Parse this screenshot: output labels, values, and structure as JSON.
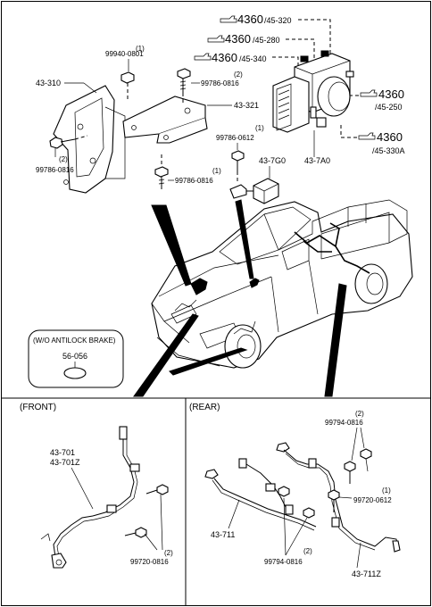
{
  "top_section": {
    "abs_unit_refs": [
      {
        "ref": "4360",
        "sub": "/45-320"
      },
      {
        "ref": "4360",
        "sub": "/45-280"
      },
      {
        "ref": "4360",
        "sub": "/45-340"
      },
      {
        "ref": "4360",
        "sub": "/45-250"
      },
      {
        "ref": "4360",
        "sub": "/45-330A"
      }
    ],
    "labels": {
      "bracket_left": "43-310",
      "bracket_right": "43-321",
      "nut_top": "99940-0801",
      "nut_top_qty": "(1)",
      "bolt_mid": "99786-0816",
      "bolt_mid_qty": "(2)",
      "bolt_left": "99786-0816",
      "bolt_left_qty": "(2)",
      "bolt_lower": "99786-0816",
      "bolt_lower_qty": "(1)",
      "bolt_relay": "99786-0612",
      "bolt_relay_qty": "(1)",
      "relay": "43-7G0",
      "module": "43-7A0"
    },
    "inset": {
      "title": "(W/O ANTILOCK BRAKE)",
      "part": "56-056"
    }
  },
  "front_section": {
    "title": "(FRONT)",
    "labels": {
      "sensor_a": "43-701",
      "sensor_b": "43-701Z",
      "bolt": "99720-0816",
      "bolt_qty": "(2)"
    }
  },
  "rear_section": {
    "title": "(REAR)",
    "labels": {
      "bolt_top": "99794-0816",
      "bolt_top_qty": "(2)",
      "bolt_right": "99720-0612",
      "bolt_right_qty": "(1)",
      "harness_left": "43-711",
      "bolt_bottom": "99794-0816",
      "bolt_bottom_qty": "(2)",
      "harness_right": "43-711Z"
    }
  },
  "icons": {
    "ref_arrow": "pointing-hand-arrow-icon"
  }
}
